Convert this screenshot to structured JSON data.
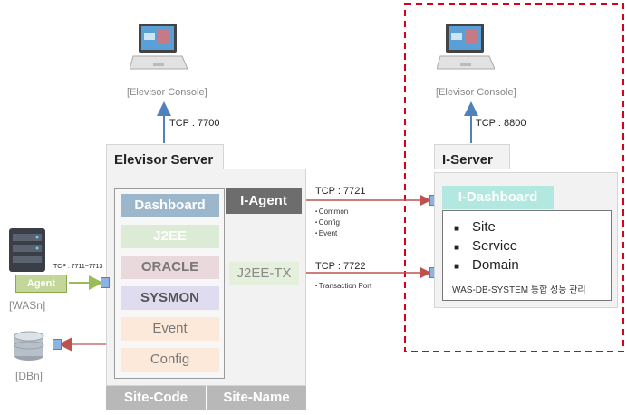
{
  "consoles": {
    "left_label": "[Elevisor Console]",
    "right_label": "[Elevisor Console]",
    "left_tcp": "TCP : 7700",
    "right_tcp": "TCP : 8800"
  },
  "elevisor_server": {
    "title": "Elevisor Server",
    "modules": [
      "Dashboard",
      "J2EE",
      "ORACLE",
      "SYSMON",
      "Event",
      "Config"
    ],
    "i_agent": "I-Agent",
    "j2ee_tx": "J2EE-TX",
    "footer": [
      "Site-Code",
      "Site-Name"
    ]
  },
  "connections": {
    "agent_tcp": "TCP : 7721",
    "agent_items": [
      "Common",
      "Config",
      "Event"
    ],
    "tx_tcp": "TCP : 7722",
    "tx_items": [
      "Transaction Port"
    ],
    "was_tcp": "TCP : 7711~7713"
  },
  "i_server": {
    "title": "I-Server",
    "dashboard": "I-Dashboard",
    "items": [
      "Site",
      "Service",
      "Domain"
    ],
    "footer_text": "WAS-DB-SYSTEM 통합 성능 관리"
  },
  "left_nodes": {
    "agent_label": "Agent",
    "was_label": "[WASn]",
    "db_label": "[DBn]"
  },
  "colors": {
    "arrow_blue": "#4f81bd",
    "arrow_red": "#c0504d",
    "arrow_green": "#9bbb59",
    "dashed_red": "#d9001b"
  }
}
